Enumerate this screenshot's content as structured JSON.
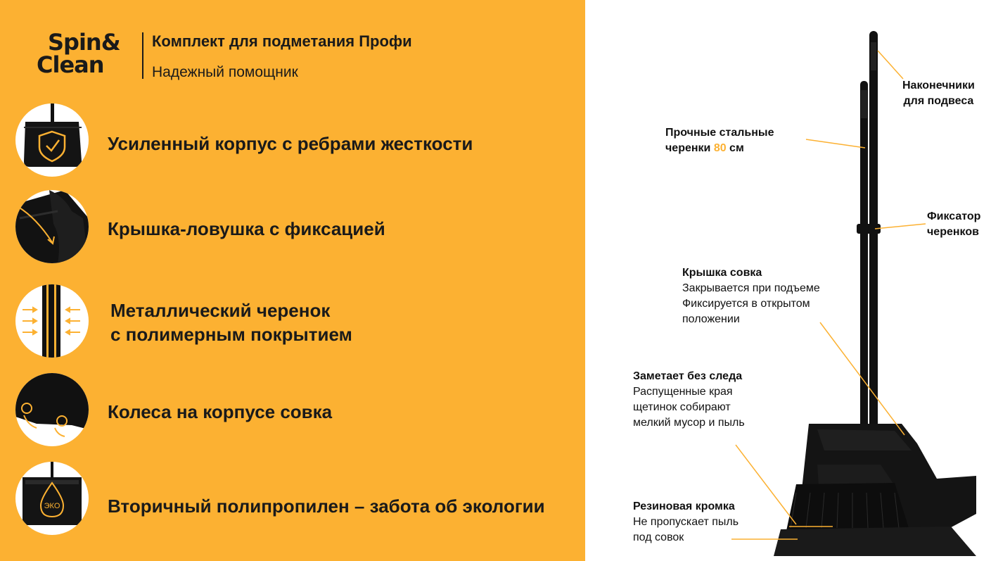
{
  "brand": {
    "logo_line1": "Spin&",
    "logo_line2": "Clean",
    "title": "Комплект для подметания Профи",
    "subtitle": "Надежный помощник"
  },
  "features": [
    {
      "icon": "dustpan-shield-icon",
      "text": "Усиленный корпус с ребрами жесткости"
    },
    {
      "icon": "trap-lid-icon",
      "text": "Крышка-ловушка с фиксацией"
    },
    {
      "icon": "coated-handle-icon",
      "line1": "Металлический черенок",
      "line2": "с полимерным покрытием"
    },
    {
      "icon": "dustpan-wheels-icon",
      "text": "Колеса на корпусе совка"
    },
    {
      "icon": "eco-drop-icon",
      "icon_label": "ЭКО",
      "text": "Вторичный полипропилен – забота об экологии"
    }
  ],
  "callouts": {
    "tips": {
      "line1": "Наконечники",
      "line2": "для подвеса"
    },
    "handles": {
      "line1": "Прочные стальные",
      "line2_pre": "черенки ",
      "line2_num": "80",
      "line2_post": " см"
    },
    "lock": {
      "line1": "Фиксатор",
      "line2": "черенков"
    },
    "lid": {
      "title": "Крышка совка",
      "line1": "Закрывается при подъеме",
      "line2": "Фиксируется в открытом",
      "line3": "положении"
    },
    "sweep": {
      "title": "Заметает без следа",
      "line1": "Распущенные края",
      "line2": "щетинок собирают",
      "line3": "мелкий мусор и пыль"
    },
    "edge": {
      "title": "Резиновая кромка",
      "line1": "Не пропускает пыль",
      "line2": "под совок"
    }
  },
  "colors": {
    "accent": "#FCB132",
    "dark": "#1a1a1a",
    "product": "#111111"
  }
}
